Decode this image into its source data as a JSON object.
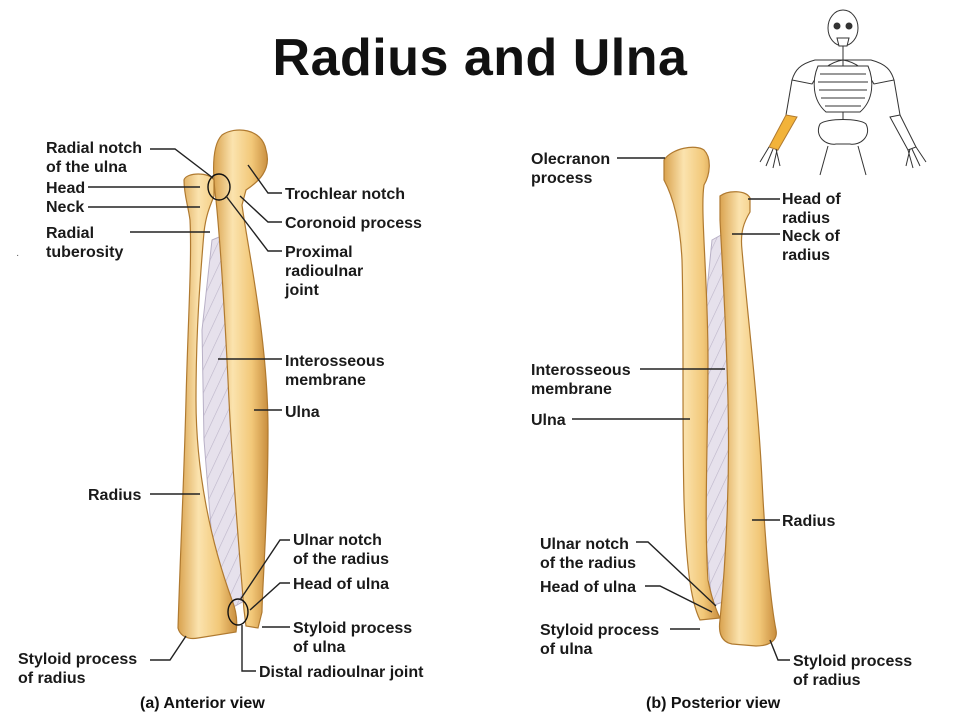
{
  "title": "Radius and Ulna",
  "anterior": {
    "caption": "(a) Anterior view",
    "labels": {
      "radial_notch": "Radial notch\nof the ulna",
      "head": "Head",
      "neck": "Neck",
      "radial_tuberosity": "Radial\ntuberosity",
      "trochlear_notch": "Trochlear notch",
      "coronoid_process": "Coronoid process",
      "proximal_joint": "Proximal\nradioulnar\njoint",
      "interosseous": "Interosseous\nmembrane",
      "ulna": "Ulna",
      "radius": "Radius",
      "ulnar_notch": "Ulnar notch\nof the radius",
      "head_of_ulna": "Head of ulna",
      "styloid_ulna": "Styloid process\nof ulna",
      "styloid_radius": "Styloid process\nof radius",
      "distal_joint": "Distal radioulnar joint"
    }
  },
  "posterior": {
    "caption": "(b) Posterior view",
    "labels": {
      "olecranon": "Olecranon\nprocess",
      "head_of_radius": "Head of\nradius",
      "neck_of_radius": "Neck of\nradius",
      "interosseous": "Interosseous\nmembrane",
      "ulna": "Ulna",
      "radius": "Radius",
      "ulnar_notch": "Ulnar notch\nof the radius",
      "head_of_ulna": "Head of ulna",
      "styloid_ulna": "Styloid process\nof ulna",
      "styloid_radius": "Styloid process\nof radius"
    }
  },
  "colors": {
    "bone": "#F2C879",
    "bone_light": "#FBE3AE",
    "bone_shadow": "#D9A24E",
    "membrane": "#E3DEEA",
    "highlight": "#F2B33A"
  }
}
